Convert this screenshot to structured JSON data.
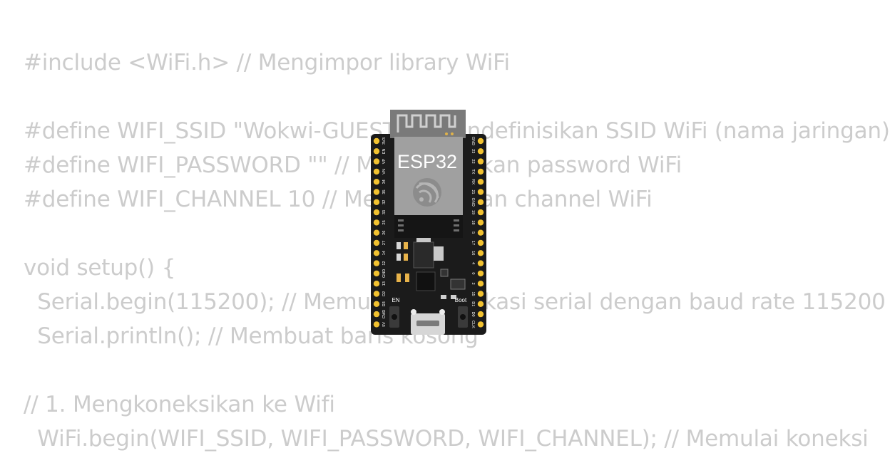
{
  "code_lines": [
    "#include <WiFi.h> // Mengimpor library WiFi",
    "#define WIFI_SSID \"Wokwi-GUEST\" // Mendefinisikan SSID WiFi (nama jaringan)",
    "#define WIFI_PASSWORD \"\" // Mendefinisikan password WiFi",
    "#define WIFI_CHANNEL 10 // Mendefinisikan channel WiFi",
    "void setup() {",
    "  Serial.begin(115200); // Memulai komunikasi serial dengan baud rate 115200",
    "  Serial.println(); // Membuat baris kosong",
    "// 1. Mengkoneksikan ke Wifi",
    "  WiFi.begin(WIFI_SSID, WIFI_PASSWORD, WIFI_CHANNEL); // Memulai koneksi"
  ],
  "board": {
    "module_label": "ESP32",
    "en_label": "EN",
    "boot_label": "Boot",
    "left_pins": [
      "3V3",
      "EN",
      "VP",
      "VN",
      "34",
      "35",
      "32",
      "33",
      "25",
      "26",
      "27",
      "14",
      "12",
      "GND",
      "13",
      "D2",
      "D3",
      "CMD",
      "5V"
    ],
    "right_pins": [
      "GND",
      "23",
      "22",
      "TX",
      "RX",
      "21",
      "GND",
      "19",
      "18",
      "5",
      "17",
      "16",
      "4",
      "0",
      "2",
      "15",
      "D1",
      "D0",
      "CLK"
    ]
  },
  "colors": {
    "code_text": "#cccccc",
    "board": "#1b1b1b",
    "module": "#9a9a9a",
    "pin_gold": "#f2c230"
  }
}
